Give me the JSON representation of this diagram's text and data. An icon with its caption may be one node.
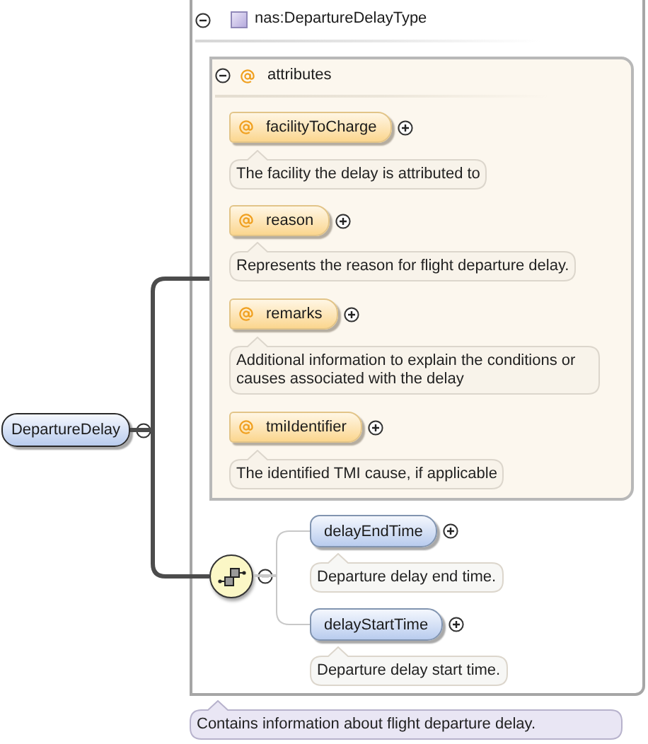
{
  "diagram": {
    "nodes": [
      {
        "text": [
          "DepartureDelay"
        ]
      },
      {
        "text": [
          "nas:DepartureDelayType"
        ]
      },
      {
        "text": [
          "attributes"
        ],
        "in": 1
      },
      {
        "text": [
          "facilityToCharge"
        ],
        "in": 2
      },
      {
        "text": [
          "The facility the delay is attributed to"
        ],
        "in": 2
      },
      {
        "text": [
          "reason"
        ],
        "in": 2
      },
      {
        "text": [
          "Represents the reason for flight departure delay."
        ],
        "in": 2
      },
      {
        "text": [
          "remarks"
        ],
        "in": 2
      },
      {
        "text": [
          "Additional information to explain the conditions or causes associated with the delay"
        ],
        "in": 2
      },
      {
        "text": [
          "tmiIdentifier"
        ],
        "in": 2
      },
      {
        "text": [
          "The identified TMI cause, if applicable"
        ],
        "in": 2
      },
      {
        "text": [],
        "shape": "circle",
        "in": 1
      },
      {
        "text": [
          "delayEndTime"
        ],
        "in": 1
      },
      {
        "text": [
          "Departure delay end time."
        ],
        "in": 1
      },
      {
        "text": [
          "delayStartTime"
        ],
        "in": 1
      },
      {
        "text": [
          "Departure delay start time."
        ],
        "in": 1
      },
      {
        "text": [
          "Contains information about flight departure delay."
        ]
      }
    ],
    "edges": [
      {
        "from": 0,
        "to": 2,
        "arrow": "none",
        "style": "thick"
      },
      {
        "from": 0,
        "to": 11,
        "arrow": "none",
        "style": "thick"
      },
      {
        "from": 11,
        "to": 12,
        "arrow": "none",
        "color": "#c8c8c8"
      },
      {
        "from": 11,
        "to": 14,
        "arrow": "none",
        "color": "#c8c8c8"
      }
    ]
  }
}
